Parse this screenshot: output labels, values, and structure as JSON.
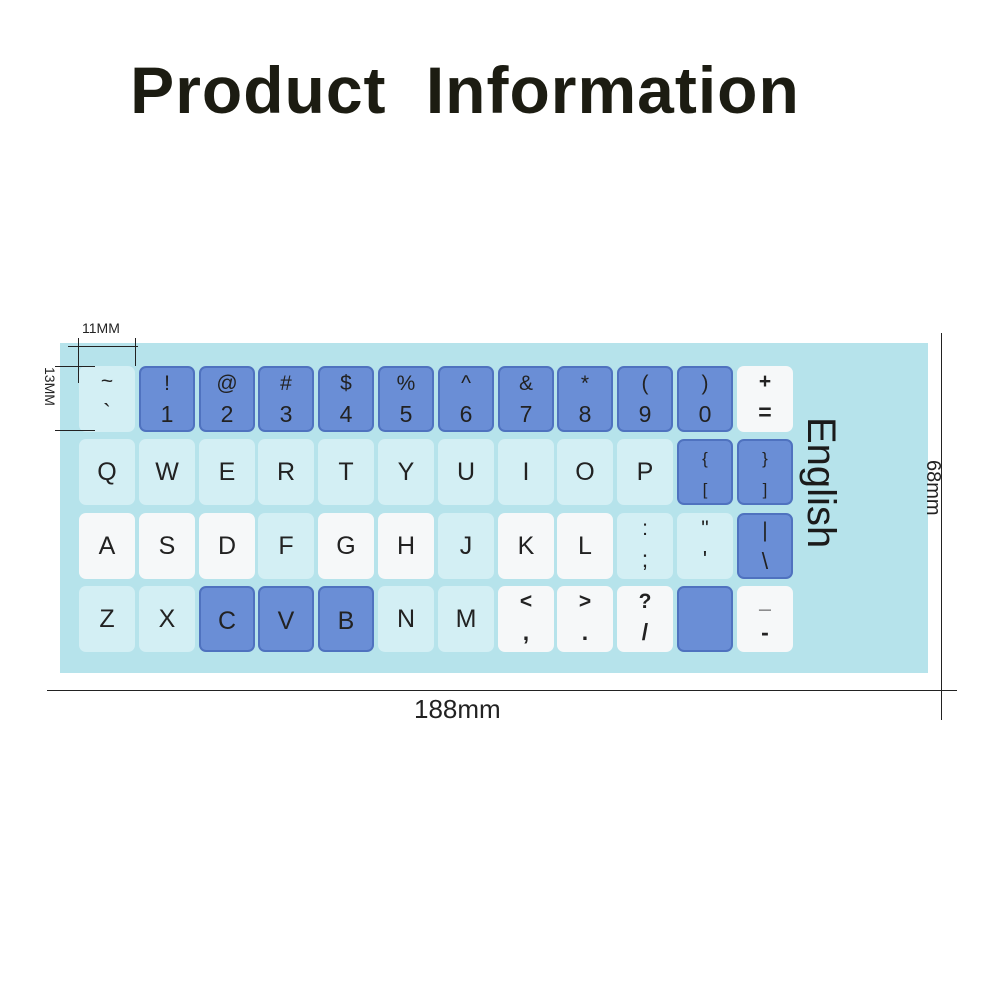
{
  "header": {
    "title": "Product  Information"
  },
  "sticker": {
    "language_label": "English",
    "colors": {
      "sheet": "#b6e3eb",
      "blue_key": "#6a8ed6",
      "white_key": "#f6f8f9",
      "light_key": "#d3eff4"
    },
    "rows": [
      [
        {
          "top": "~",
          "bottom": "`",
          "style": "light"
        },
        {
          "top": "!",
          "bottom": "1",
          "style": "blue"
        },
        {
          "top": "@",
          "bottom": "2",
          "style": "blue"
        },
        {
          "top": "#",
          "bottom": "3",
          "style": "blue"
        },
        {
          "top": "$",
          "bottom": "4",
          "style": "blue"
        },
        {
          "top": "%",
          "bottom": "5",
          "style": "blue"
        },
        {
          "top": "^",
          "bottom": "6",
          "style": "blue"
        },
        {
          "top": "&",
          "bottom": "7",
          "style": "blue"
        },
        {
          "top": "*",
          "bottom": "8",
          "style": "blue"
        },
        {
          "top": "(",
          "bottom": "9",
          "style": "blue"
        },
        {
          "top": ")",
          "bottom": "0",
          "style": "blue"
        },
        {
          "top": "+",
          "bottom": "=",
          "style": "white"
        }
      ],
      [
        {
          "label": "Q",
          "style": "light"
        },
        {
          "label": "W",
          "style": "light"
        },
        {
          "label": "E",
          "style": "light"
        },
        {
          "label": "R",
          "style": "light"
        },
        {
          "label": "T",
          "style": "light"
        },
        {
          "label": "Y",
          "style": "light"
        },
        {
          "label": "U",
          "style": "light"
        },
        {
          "label": "I",
          "style": "light"
        },
        {
          "label": "O",
          "style": "light"
        },
        {
          "label": "P",
          "style": "light"
        },
        {
          "top": "{",
          "bottom": "[",
          "style": "blue"
        },
        {
          "top": "}",
          "bottom": "]",
          "style": "blue"
        }
      ],
      [
        {
          "label": "A",
          "style": "white"
        },
        {
          "label": "S",
          "style": "white"
        },
        {
          "label": "D",
          "style": "white"
        },
        {
          "label": "F",
          "style": "light"
        },
        {
          "label": "G",
          "style": "white"
        },
        {
          "label": "H",
          "style": "white"
        },
        {
          "label": "J",
          "style": "light"
        },
        {
          "label": "K",
          "style": "white"
        },
        {
          "label": "L",
          "style": "white"
        },
        {
          "top": ":",
          "bottom": ";",
          "style": "light"
        },
        {
          "top": "\"",
          "bottom": "'",
          "style": "light"
        },
        {
          "top": "|",
          "bottom": "\\",
          "style": "blue"
        }
      ],
      [
        {
          "label": "Z",
          "style": "light"
        },
        {
          "label": "X",
          "style": "light"
        },
        {
          "label": "C",
          "style": "blue"
        },
        {
          "label": "V",
          "style": "blue"
        },
        {
          "label": "B",
          "style": "blue"
        },
        {
          "label": "N",
          "style": "light"
        },
        {
          "label": "M",
          "style": "light"
        },
        {
          "top": "<",
          "bottom": ",",
          "style": "white"
        },
        {
          "top": ">",
          "bottom": ".",
          "style": "white"
        },
        {
          "top": "?",
          "bottom": "/",
          "style": "white"
        },
        {
          "label": "",
          "style": "blue"
        },
        {
          "top": "_",
          "bottom": "-",
          "style": "white"
        }
      ]
    ]
  },
  "dimensions": {
    "width": "188mm",
    "height": "68mm",
    "key_width": "11MM",
    "key_height": "13MM"
  }
}
